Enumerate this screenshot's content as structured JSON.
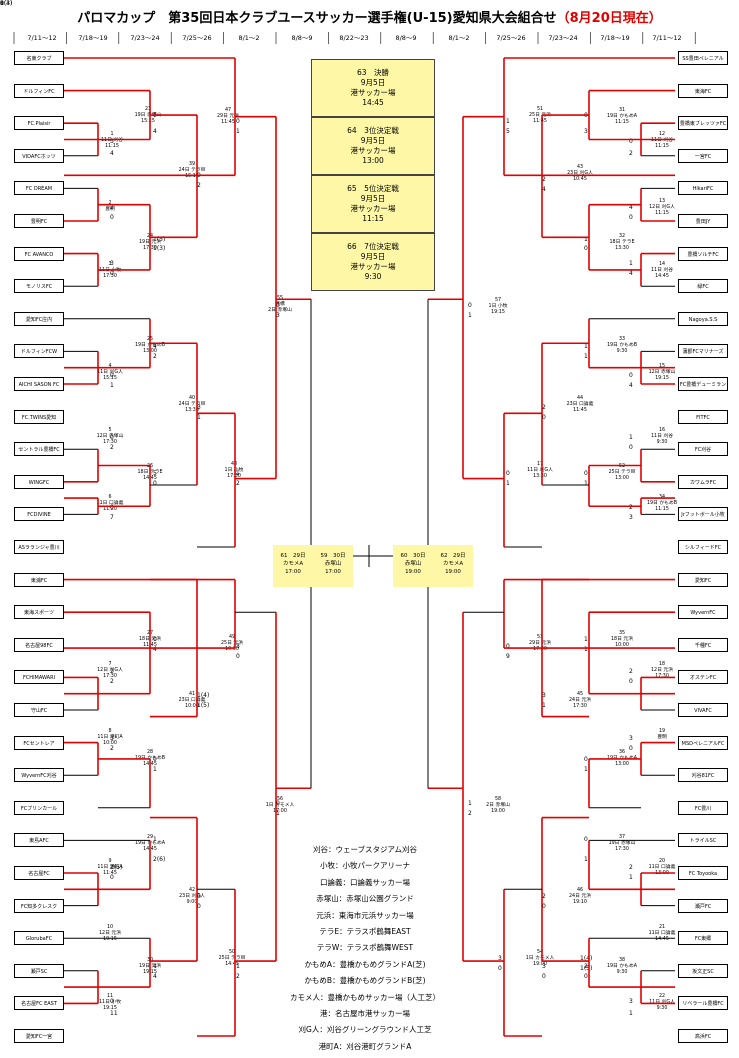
{
  "title": "パロマカップ　第35回日本クラブユースサッカー選手権(U-15)愛知県大会組合せ",
  "date_note": "（8月20日現在）",
  "headers": [
    "7/11～12",
    "7/18～19",
    "7/23～24",
    "7/25～26",
    "8/1～2",
    "8/8～9",
    "8/22～23",
    "8/8～9",
    "8/1～2",
    "7/25～26",
    "7/23～24",
    "7/18～19",
    "7/11～12"
  ],
  "teams_left": [
    "名東クラブ",
    "ドルフィンFC",
    "FC.Plaisir",
    "VIDAFCホッツ",
    "FC DREAM",
    "豊明FC",
    "FC AVANCO",
    "モノリスFC",
    "愛知FC庄内",
    "ドルフィンFCW",
    "AICHI SASON FC",
    "FC.TWINS愛知",
    "セントラル豊橋FC",
    "WINGFC",
    "FCDIVINE",
    "ASラランジャ豊川",
    "東浦FC",
    "東海スポーツ",
    "名古屋98FC",
    "FCHIMAWARI",
    "守山FC",
    "FCセントレア",
    "WyvernFC刈谷",
    "FCブリンカール",
    "東島AFC",
    "名古屋FC",
    "FC知多クレスク",
    "GlorubaFC",
    "瀬戸SC",
    "名古屋FC EAST",
    "愛知FC一宮"
  ],
  "teams_right": [
    "SS豊田ペレニアル",
    "東海FC",
    "豊橋東ブレッツァFC",
    "一宮FC",
    "HikariFC",
    "豊田JY",
    "豊橋ソルチFC",
    "緑FC",
    "Nagoya.S.S",
    "蒲郡FCマリナーズ",
    "FC豊橋デューミラン",
    "FITFC",
    "FC刈谷",
    "カワムラFC",
    "Jrフットボール小牧",
    "シルフィードFC",
    "愛知FC",
    "WyvernFC",
    "千種FC",
    "オステンFC",
    "VIVAFC",
    "MSDペレニアルFC",
    "刈谷81FC",
    "FC豊川",
    "トライルSC",
    "FC Toyooka",
    "瀬戸FC",
    "FC東郷",
    "坂文正SC",
    "リベラール豊橋FC",
    "高浜FC"
  ],
  "schedule": [
    {
      "line1": "63　決勝",
      "line2": "9月5日",
      "line3": "港サッカー場",
      "line4": "14:45"
    },
    {
      "line1": "64　3位決定戦",
      "line2": "9月5日",
      "line3": "港サッカー場",
      "line4": "13:00"
    },
    {
      "line1": "65　5位決定戦",
      "line2": "9月5日",
      "line3": "港サッカー場",
      "line4": "11:15"
    },
    {
      "line1": "66　7位決定戦",
      "line2": "9月5日",
      "line3": "港サッカー場",
      "line4": "9:30"
    }
  ],
  "classification": [
    {
      "a": "61　29日",
      "b": "カモメA",
      "c": "17:00"
    },
    {
      "a": "59　30日",
      "b": "赤塚山",
      "c": "17:00"
    },
    {
      "a": "60　30日",
      "b": "赤塚山",
      "c": "19:00"
    },
    {
      "a": "62　29日",
      "b": "カモメA",
      "c": "19:00"
    }
  ],
  "venues": [
    "刈谷：ウェーブスタジアム刈谷",
    "小牧：小牧パークアリーナ",
    "口論義：口論義サッカー場",
    "赤塚山：赤塚山公園グランド",
    "元浜：東海市元浜サッカー場",
    "テラE：テラスポ鶴舞EAST",
    "テラW：テラスポ鶴舞WEST",
    "かもめA：豊橋かもめグランドA(芝)",
    "かもめB：豊橋かもめグランドB(芝)",
    "カモメ人：豊橋かもめサッカー場（人工芝）",
    "港：名古屋市港サッカー場",
    "刈G人：刈谷グリーングラウンド人工芝",
    "港町A：刈谷港町グランドA"
  ],
  "matches": [
    {
      "a": "23",
      "b": "19日 赤塚山",
      "c": "15:15"
    },
    {
      "a": "1",
      "b": "11日 刈谷",
      "c": "11:15"
    },
    {
      "a": "47",
      "b": "29日 元浜",
      "c": "11:45"
    },
    {
      "a": "2",
      "b": "豊明",
      "c": ""
    },
    {
      "a": "24",
      "b": "19日 元浜",
      "c": "17:30"
    },
    {
      "a": "3",
      "b": "11日 小牧",
      "c": "17:30"
    },
    {
      "a": "39",
      "b": "24日 テラW",
      "c": "15:15"
    },
    {
      "a": "55",
      "b": "豊橋",
      "c": "2日 赤塚山"
    },
    {
      "a": "25",
      "b": "19日 かもめB",
      "c": "13:00"
    },
    {
      "a": "4",
      "b": "11日 刈G人",
      "c": "15:15"
    },
    {
      "a": "40",
      "b": "24日 テラW",
      "c": "13:30"
    },
    {
      "a": "5",
      "b": "12日 赤塚山",
      "c": "17:30"
    },
    {
      "a": "26",
      "b": "18日 テラE",
      "c": "14:45"
    },
    {
      "a": "6",
      "b": "11日 口論義",
      "c": "11:20"
    },
    {
      "a": "48",
      "b": "1日 小牧",
      "c": "17:30"
    },
    {
      "a": "27",
      "b": "18日 元浜",
      "c": "11:45"
    },
    {
      "a": "7",
      "b": "12日 刈G人",
      "c": "17:30"
    },
    {
      "a": "49",
      "b": "25日 元浜",
      "c": "10:00"
    },
    {
      "a": "41",
      "b": "23日 口論義",
      "c": "10:00"
    },
    {
      "a": "8",
      "b": "11日 港町A",
      "c": "10:00"
    },
    {
      "a": "28",
      "b": "19日 かもめB",
      "c": "14:45"
    },
    {
      "a": "56",
      "b": "1日 カモメ人",
      "c": "17:00"
    },
    {
      "a": "29",
      "b": "19日 かもめA",
      "c": "14:45"
    },
    {
      "a": "9",
      "b": "11日 港町A",
      "c": "11:45"
    },
    {
      "a": "42",
      "b": "23日 刈G人",
      "c": "9:00"
    },
    {
      "a": "10",
      "b": "12日 元浜",
      "c": "19:15"
    },
    {
      "a": "30",
      "b": "19日 元浜",
      "c": "19:15"
    },
    {
      "a": "50",
      "b": "25日 テラW",
      "c": "14:45"
    },
    {
      "a": "11",
      "b": "11日 小牧",
      "c": "19:15"
    },
    {
      "a": "51",
      "b": "25日 元浜",
      "c": "11:45"
    },
    {
      "a": "31",
      "b": "19日 かもめA",
      "c": "11:15"
    },
    {
      "a": "12",
      "b": "11日 刈谷",
      "c": "11:15"
    },
    {
      "a": "43",
      "b": "23日 刈G人",
      "c": "10:45"
    },
    {
      "a": "13",
      "b": "12日 刈G人",
      "c": "11:15"
    },
    {
      "a": "32",
      "b": "18日 テラE",
      "c": "13:30"
    },
    {
      "a": "14",
      "b": "11日 刈谷",
      "c": "14:45"
    },
    {
      "a": "57",
      "b": "1日 小牧",
      "c": "19:15"
    },
    {
      "a": "33",
      "b": "19日 かもめB",
      "c": "9:30"
    },
    {
      "a": "15",
      "b": "12日 赤塚山",
      "c": "19:15"
    },
    {
      "a": "44",
      "b": "23日 口論義",
      "c": "11:45"
    },
    {
      "a": "16",
      "b": "11日 刈谷",
      "c": "9:30"
    },
    {
      "a": "52",
      "b": "25日 テラW",
      "c": "13:00"
    },
    {
      "a": "34",
      "b": "19日 かもめB",
      "c": "11:15"
    },
    {
      "a": "17",
      "b": "11日 刈G人",
      "c": "13:30"
    },
    {
      "a": "35",
      "b": "18日 元浜",
      "c": "10:00"
    },
    {
      "a": "53",
      "b": "29日 元浜",
      "c": "17:30"
    },
    {
      "a": "18",
      "b": "12日 元浜",
      "c": "17:30"
    },
    {
      "a": "45",
      "b": "24日 元浜",
      "c": "17:30"
    },
    {
      "a": "19",
      "b": "豊明",
      "c": ""
    },
    {
      "a": "36",
      "b": "19日 かもめA",
      "c": "13:00"
    },
    {
      "a": "58",
      "b": "2日 赤塚山",
      "c": "19:00"
    },
    {
      "a": "37",
      "b": "19日 赤塚山",
      "c": "17:30"
    },
    {
      "a": "20",
      "b": "11日 口論義",
      "c": "13:00"
    },
    {
      "a": "46",
      "b": "24日 元浜",
      "c": "19:10"
    },
    {
      "a": "21",
      "b": "11日 口論義",
      "c": "14:45"
    },
    {
      "a": "38",
      "b": "19日 かもめA",
      "c": "9:30"
    },
    {
      "a": "54",
      "b": "1日 カモメ人",
      "c": "19:00"
    },
    {
      "a": "22",
      "b": "11日 刈G人",
      "c": "9:30"
    }
  ],
  "scores": [
    "0",
    "4",
    "3",
    "4",
    "0",
    "1",
    "2",
    "0",
    "3",
    "0",
    "1(5)",
    "1(3)",
    "0",
    "2",
    "0",
    "3",
    "4",
    "2",
    "0",
    "1",
    "3",
    "1",
    "0",
    "2",
    "5",
    "0",
    "0",
    "7",
    "1",
    "2",
    "0",
    "4",
    "2",
    "2",
    "3",
    "0",
    "3",
    "2",
    "0",
    "1",
    "1(4)",
    "1(5)",
    "0",
    "1",
    "1",
    "2(6)",
    "2(5)",
    "0",
    "4",
    "4",
    "0",
    "11",
    "0",
    "0",
    "1",
    "2",
    "0",
    "3",
    "0",
    "2",
    "1",
    "5",
    "4",
    "0",
    "1",
    "0",
    "1",
    "4",
    "2",
    "4",
    "0",
    "1",
    "1",
    "1",
    "0",
    "4",
    "2",
    "0",
    "1",
    "0",
    "0",
    "1",
    "0",
    "1",
    "2",
    "3",
    "1",
    "1",
    "0",
    "9",
    "2",
    "0",
    "3",
    "1",
    "0",
    "1",
    "3",
    "0",
    "1",
    "2",
    "0",
    "1",
    "2",
    "1",
    "2",
    "0",
    "2",
    "0",
    "3",
    "1",
    "3",
    "0",
    "3",
    "0",
    "1(4)",
    "1(5)",
    "0(3)",
    "0(4)",
    "1",
    "8"
  ]
}
